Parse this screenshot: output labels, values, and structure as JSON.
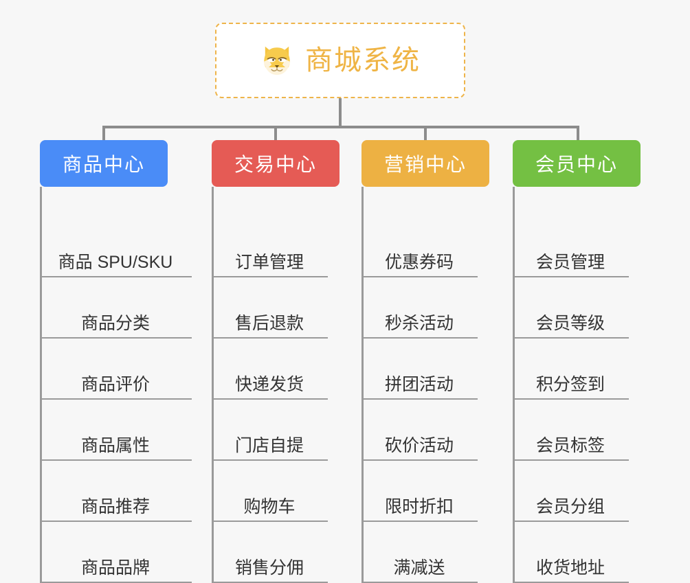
{
  "diagram": {
    "title": "商城系统",
    "type": "organization-tree",
    "background_color": "#f7f7f7"
  },
  "root": {
    "label": "商城系统",
    "icon": "shiba-dog-face-icon",
    "text_color": "#efb445",
    "border_color": "#eeb44a",
    "background_color": "#ffffff"
  },
  "categories": [
    {
      "label": "商品中心",
      "color": "#4a8cf7",
      "items": [
        {
          "label": "商品 SPU/SKU"
        },
        {
          "label": "商品分类"
        },
        {
          "label": "商品评价"
        },
        {
          "label": "商品属性"
        },
        {
          "label": "商品推荐"
        },
        {
          "label": "商品品牌"
        }
      ]
    },
    {
      "label": "交易中心",
      "color": "#e55b55",
      "items": [
        {
          "label": "订单管理"
        },
        {
          "label": "售后退款"
        },
        {
          "label": "快递发货"
        },
        {
          "label": "门店自提"
        },
        {
          "label": "购物车"
        },
        {
          "label": "销售分佣"
        }
      ]
    },
    {
      "label": "营销中心",
      "color": "#edb143",
      "items": [
        {
          "label": "优惠券码"
        },
        {
          "label": "秒杀活动"
        },
        {
          "label": "拼团活动"
        },
        {
          "label": "砍价活动"
        },
        {
          "label": "限时折扣"
        },
        {
          "label": "满减送"
        }
      ]
    },
    {
      "label": "会员中心",
      "color": "#74c043",
      "items": [
        {
          "label": "会员管理"
        },
        {
          "label": "会员等级"
        },
        {
          "label": "积分签到"
        },
        {
          "label": "会员标签"
        },
        {
          "label": "会员分组"
        },
        {
          "label": "收货地址"
        }
      ]
    }
  ],
  "connector": {
    "color": "#8c8c8c"
  }
}
